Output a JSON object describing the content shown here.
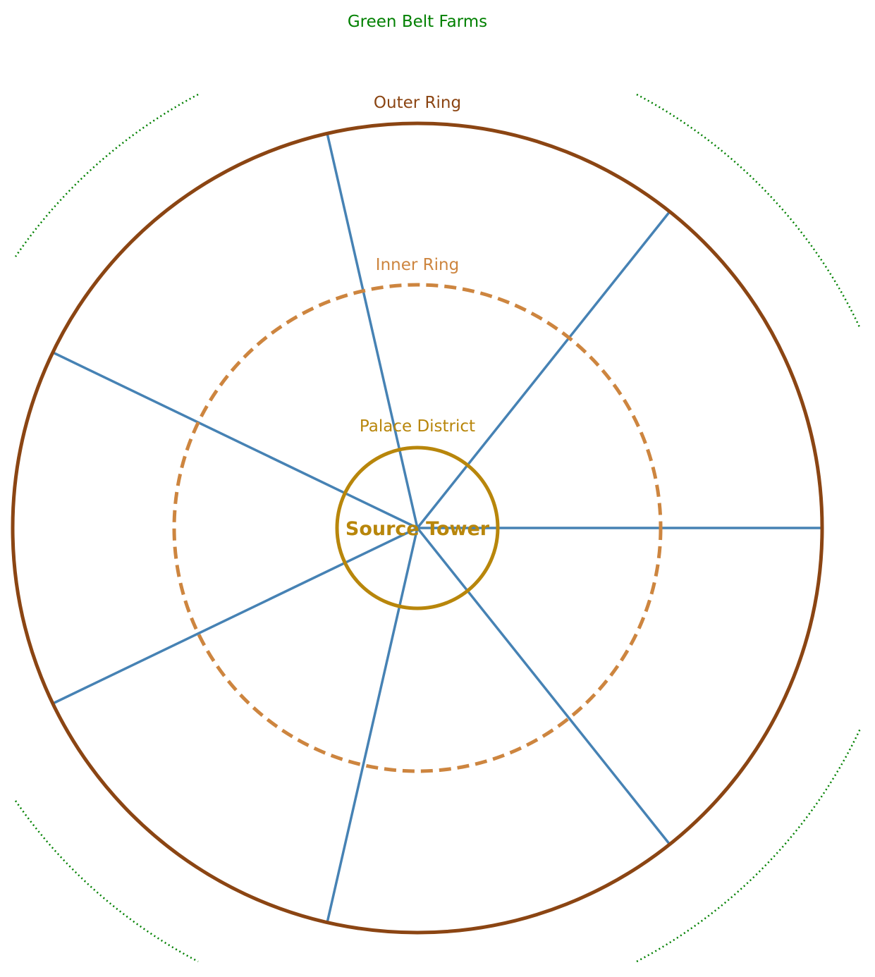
{
  "labels": {
    "green_belt": "Green Belt Farms",
    "outer_ring": "Outer Ring",
    "inner_ring": "Inner Ring",
    "palace_district": "Palace District",
    "source_tower": "Source Tower"
  },
  "colors": {
    "green_belt": "#008000",
    "outer_ring": "#8B4513",
    "inner_ring": "#CD853F",
    "palace": "#B8860B",
    "spokes": "#4682B4"
  },
  "spoke_count": 7
}
